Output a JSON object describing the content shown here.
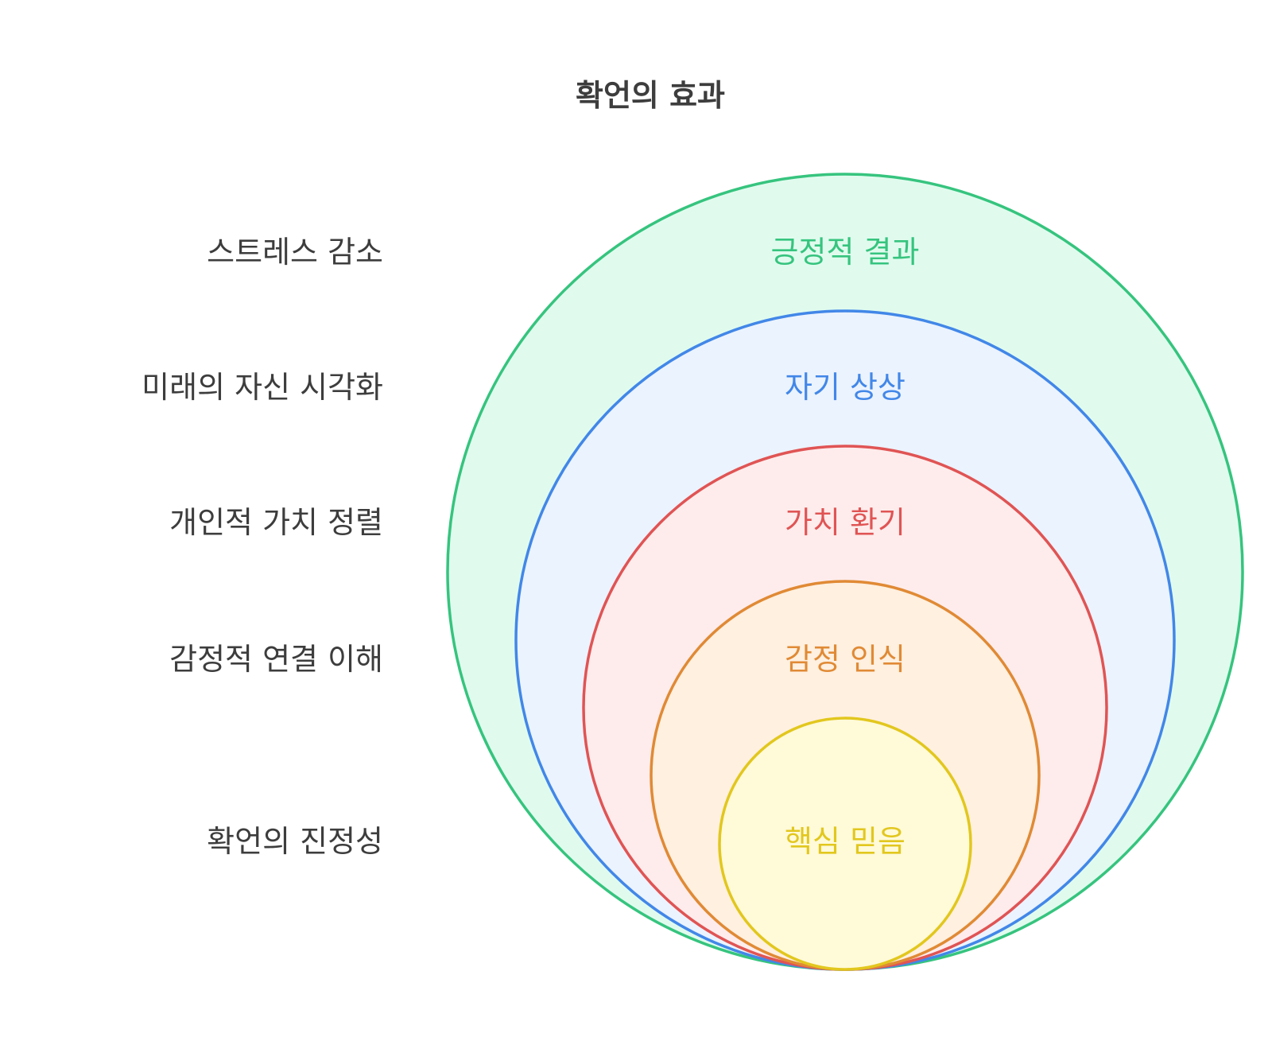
{
  "title": "확언의 효과",
  "rings": [
    {
      "id": "outer",
      "label": "긍정적 결과",
      "stroke": "#36c47e",
      "fill": "#e0fbee",
      "text_color": "#36c47e"
    },
    {
      "id": "second",
      "label": "자기 상상",
      "stroke": "#4287e8",
      "fill": "#ebf3fe",
      "text_color": "#4287e8"
    },
    {
      "id": "third",
      "label": "가치 환기",
      "stroke": "#e05454",
      "fill": "#feecec",
      "text_color": "#e05454"
    },
    {
      "id": "fourth",
      "label": "감정 인식",
      "stroke": "#e08a35",
      "fill": "#fff0e0",
      "text_color": "#e08a35"
    },
    {
      "id": "core",
      "label": "핵심 믿음",
      "stroke": "#e2c71e",
      "fill": "#fffad8",
      "text_color": "#e2c71e"
    }
  ],
  "side_labels": [
    "스트레스 감소",
    "미래의 자신 시각화",
    "개인적 가치 정렬",
    "감정적 연결 이해",
    "확언의 진정성"
  ]
}
